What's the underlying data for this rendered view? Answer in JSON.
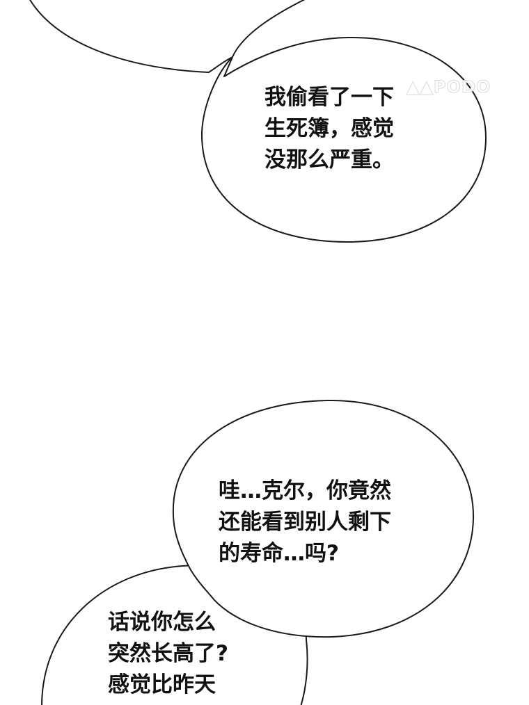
{
  "bubbles": [
    {
      "lines": [
        "我偷看了一下",
        "生死簿，感觉",
        "没那么严重。"
      ]
    },
    {
      "lines": [
        "哇…克尔，你竟然",
        "还能看到别人剩下",
        "的寿命…吗?"
      ]
    },
    {
      "lines": [
        "话说你怎么",
        "突然长高了?",
        "感觉比昨天"
      ]
    }
  ],
  "watermark": "▲▲PODO",
  "colors": {
    "background": "#ffffff",
    "outline": "#1a1a1a",
    "text": "#111111",
    "watermark": "#d6d6d6"
  }
}
